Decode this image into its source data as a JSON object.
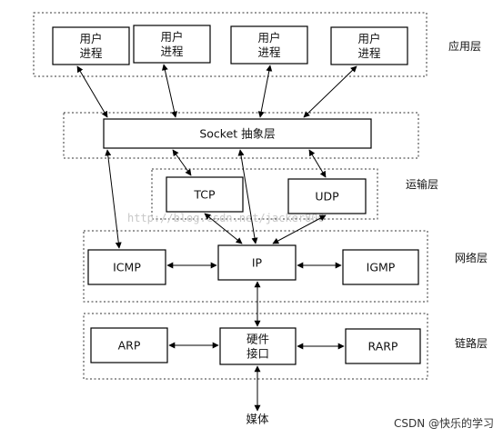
{
  "layers": {
    "application": "应用层",
    "transport": "运输层",
    "network": "网络层",
    "link": "链路层"
  },
  "nodes": {
    "user1": [
      "用户",
      "进程"
    ],
    "user2": [
      "用户",
      "进程"
    ],
    "user3": [
      "用户",
      "进程"
    ],
    "user4": [
      "用户",
      "进程"
    ],
    "socket": [
      "Socket 抽象层"
    ],
    "tcp": [
      "TCP"
    ],
    "udp": [
      "UDP"
    ],
    "icmp": [
      "ICMP"
    ],
    "ip": [
      "IP"
    ],
    "igmp": [
      "IGMP"
    ],
    "arp": [
      "ARP"
    ],
    "hw": [
      "硬件",
      "接口"
    ],
    "rarp": [
      "RARP"
    ],
    "media": [
      "媒体"
    ]
  },
  "watermark": "http://blog.csdn.net/jacker800",
  "footer": "CSDN @快乐的学习"
}
